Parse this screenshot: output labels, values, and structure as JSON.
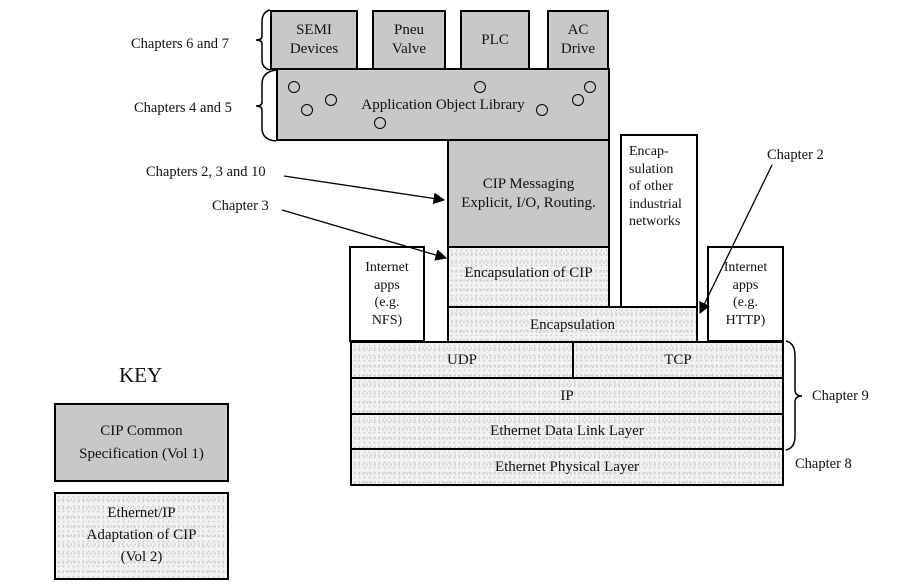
{
  "top_devices": [
    "SEMI\nDevices",
    "Pneu\nValve",
    "PLC",
    "AC\nDrive"
  ],
  "app_library": "Application Object Library",
  "cip_messaging": [
    "CIP Messaging",
    "Explicit, I/O, Routing."
  ],
  "encap_other": [
    "Encap-",
    "sulation",
    "of other",
    "industrial",
    "networks"
  ],
  "encap_cip": "Encapsulation of CIP",
  "encapsulation": "Encapsulation",
  "internet_apps_left": [
    "Internet",
    "apps",
    "(e.g.",
    "NFS)"
  ],
  "internet_apps_right": [
    "Internet",
    "apps",
    "(e.g.",
    "HTTP)"
  ],
  "udp": "UDP",
  "tcp": "TCP",
  "ip": "IP",
  "eth_data_link": "Ethernet Data Link Layer",
  "eth_physical": "Ethernet Physical Layer",
  "labels": {
    "ch67": "Chapters 6 and 7",
    "ch45": "Chapters 4 and 5",
    "ch2310": "Chapters 2, 3 and 10",
    "ch3": "Chapter 3",
    "ch2": "Chapter 2",
    "ch9": "Chapter 9",
    "ch8": "Chapter 8"
  },
  "key": {
    "title": "KEY",
    "cip_common": [
      "CIP Common",
      "Specification (Vol 1)"
    ],
    "ethernet_ip": [
      "Ethernet/IP",
      "Adaptation of CIP",
      "(Vol 2)"
    ]
  }
}
